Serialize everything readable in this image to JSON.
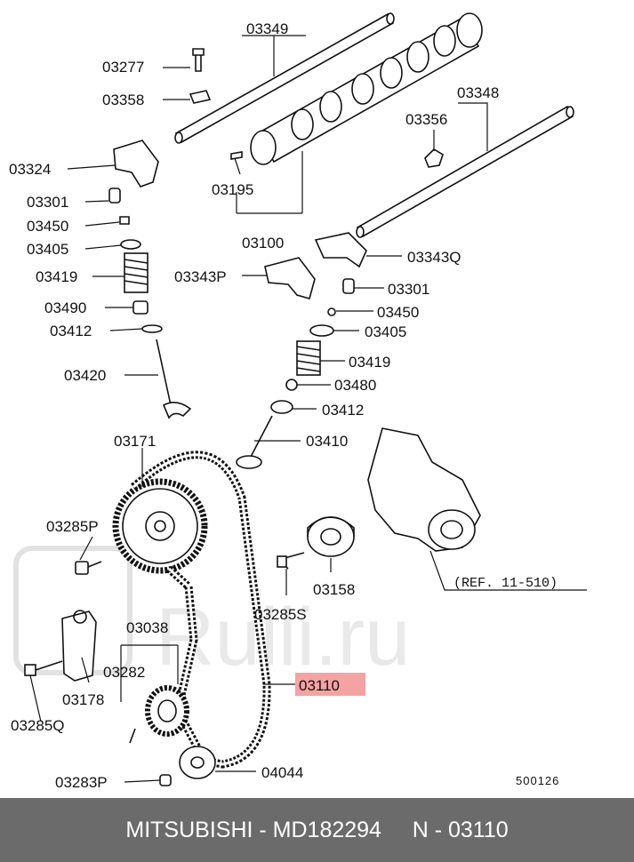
{
  "labels": {
    "l03349": "03349",
    "l03277": "03277",
    "l03358": "03358",
    "l03348": "03348",
    "l03356": "03356",
    "l03324": "03324",
    "l03195": "03195",
    "l03301a": "03301",
    "l03450a": "03450",
    "l03405a": "03405",
    "l03100": "03100",
    "l03343q": "03343Q",
    "l03419a": "03419",
    "l03343p": "03343P",
    "l03301b": "03301",
    "l03490": "03490",
    "l03450b": "03450",
    "l03412a": "03412",
    "l03405b": "03405",
    "l03419b": "03419",
    "l03420": "03420",
    "l03480": "03480",
    "l03412b": "03412",
    "l03171": "03171",
    "l03410": "03410",
    "l03285p": "03285P",
    "l03158": "03158",
    "l03285s": "03285S",
    "l03038": "03038",
    "l03282": "03282",
    "l03178": "03178",
    "l03110": "03110",
    "l03285q": "03285Q",
    "l04044": "04044",
    "l03283p": "03283P"
  },
  "reference": "(REF. 11-510)",
  "diagram_code": "500126",
  "highlight_color": "#f4a3a3",
  "watermark": "Rulli.ru",
  "footer": "MITSUBISHI - MD182294     N - 03110"
}
